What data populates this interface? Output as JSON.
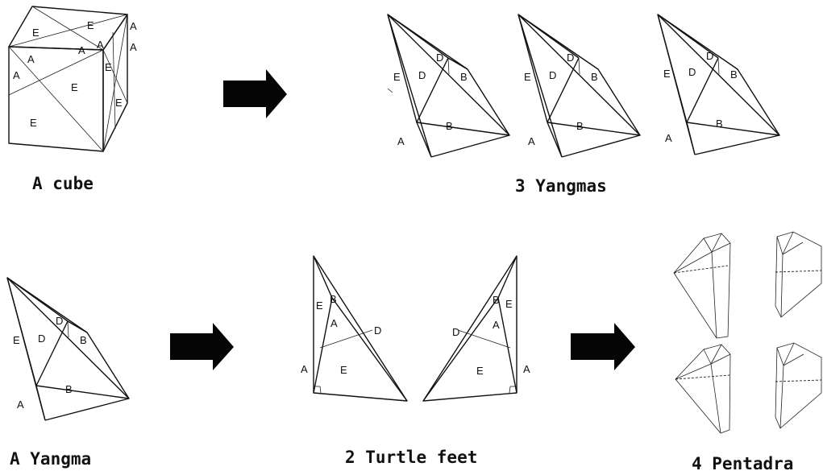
{
  "captions": {
    "cube": "A cube",
    "yangmas": "3 Yangmas",
    "yangma": "A Yangma",
    "turtle_feet": "2 Turtle feet",
    "pentadra": "4 Pentadra"
  },
  "labels": {
    "a": "A",
    "b": "B",
    "d": "D",
    "e": "E"
  },
  "colors": {
    "line": "#111111",
    "arrow": "#050505",
    "background": "#ffffff"
  }
}
